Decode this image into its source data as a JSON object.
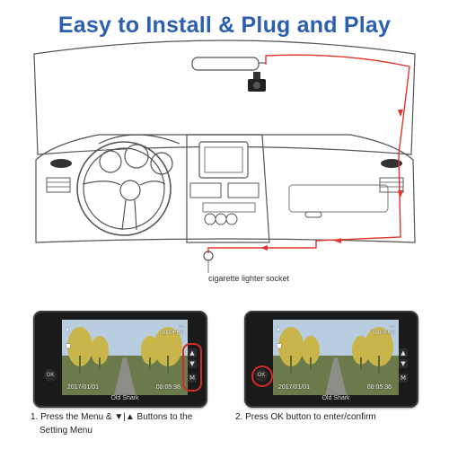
{
  "title": "Easy to Install & Plug and Play",
  "socket_label": "cigarette lighter socket",
  "colors": {
    "title": "#2c5fb0",
    "route": "#e0352b",
    "highlight": "#d42a2a"
  },
  "camera": {
    "date": "2017/01/01",
    "time": "00:05:36",
    "brand": "Old Shark",
    "resolution": "1080FHD",
    "ok_label": "OK",
    "menu_label": "M",
    "up_glyph": "▲",
    "down_glyph": "▼"
  },
  "steps": [
    {
      "caption_line1": "1. Press the Menu  &  ▼|▲  Buttons to the",
      "caption_line2": "Setting Menu"
    },
    {
      "caption_line1": "2. Press OK button to  enter/confirm"
    }
  ]
}
